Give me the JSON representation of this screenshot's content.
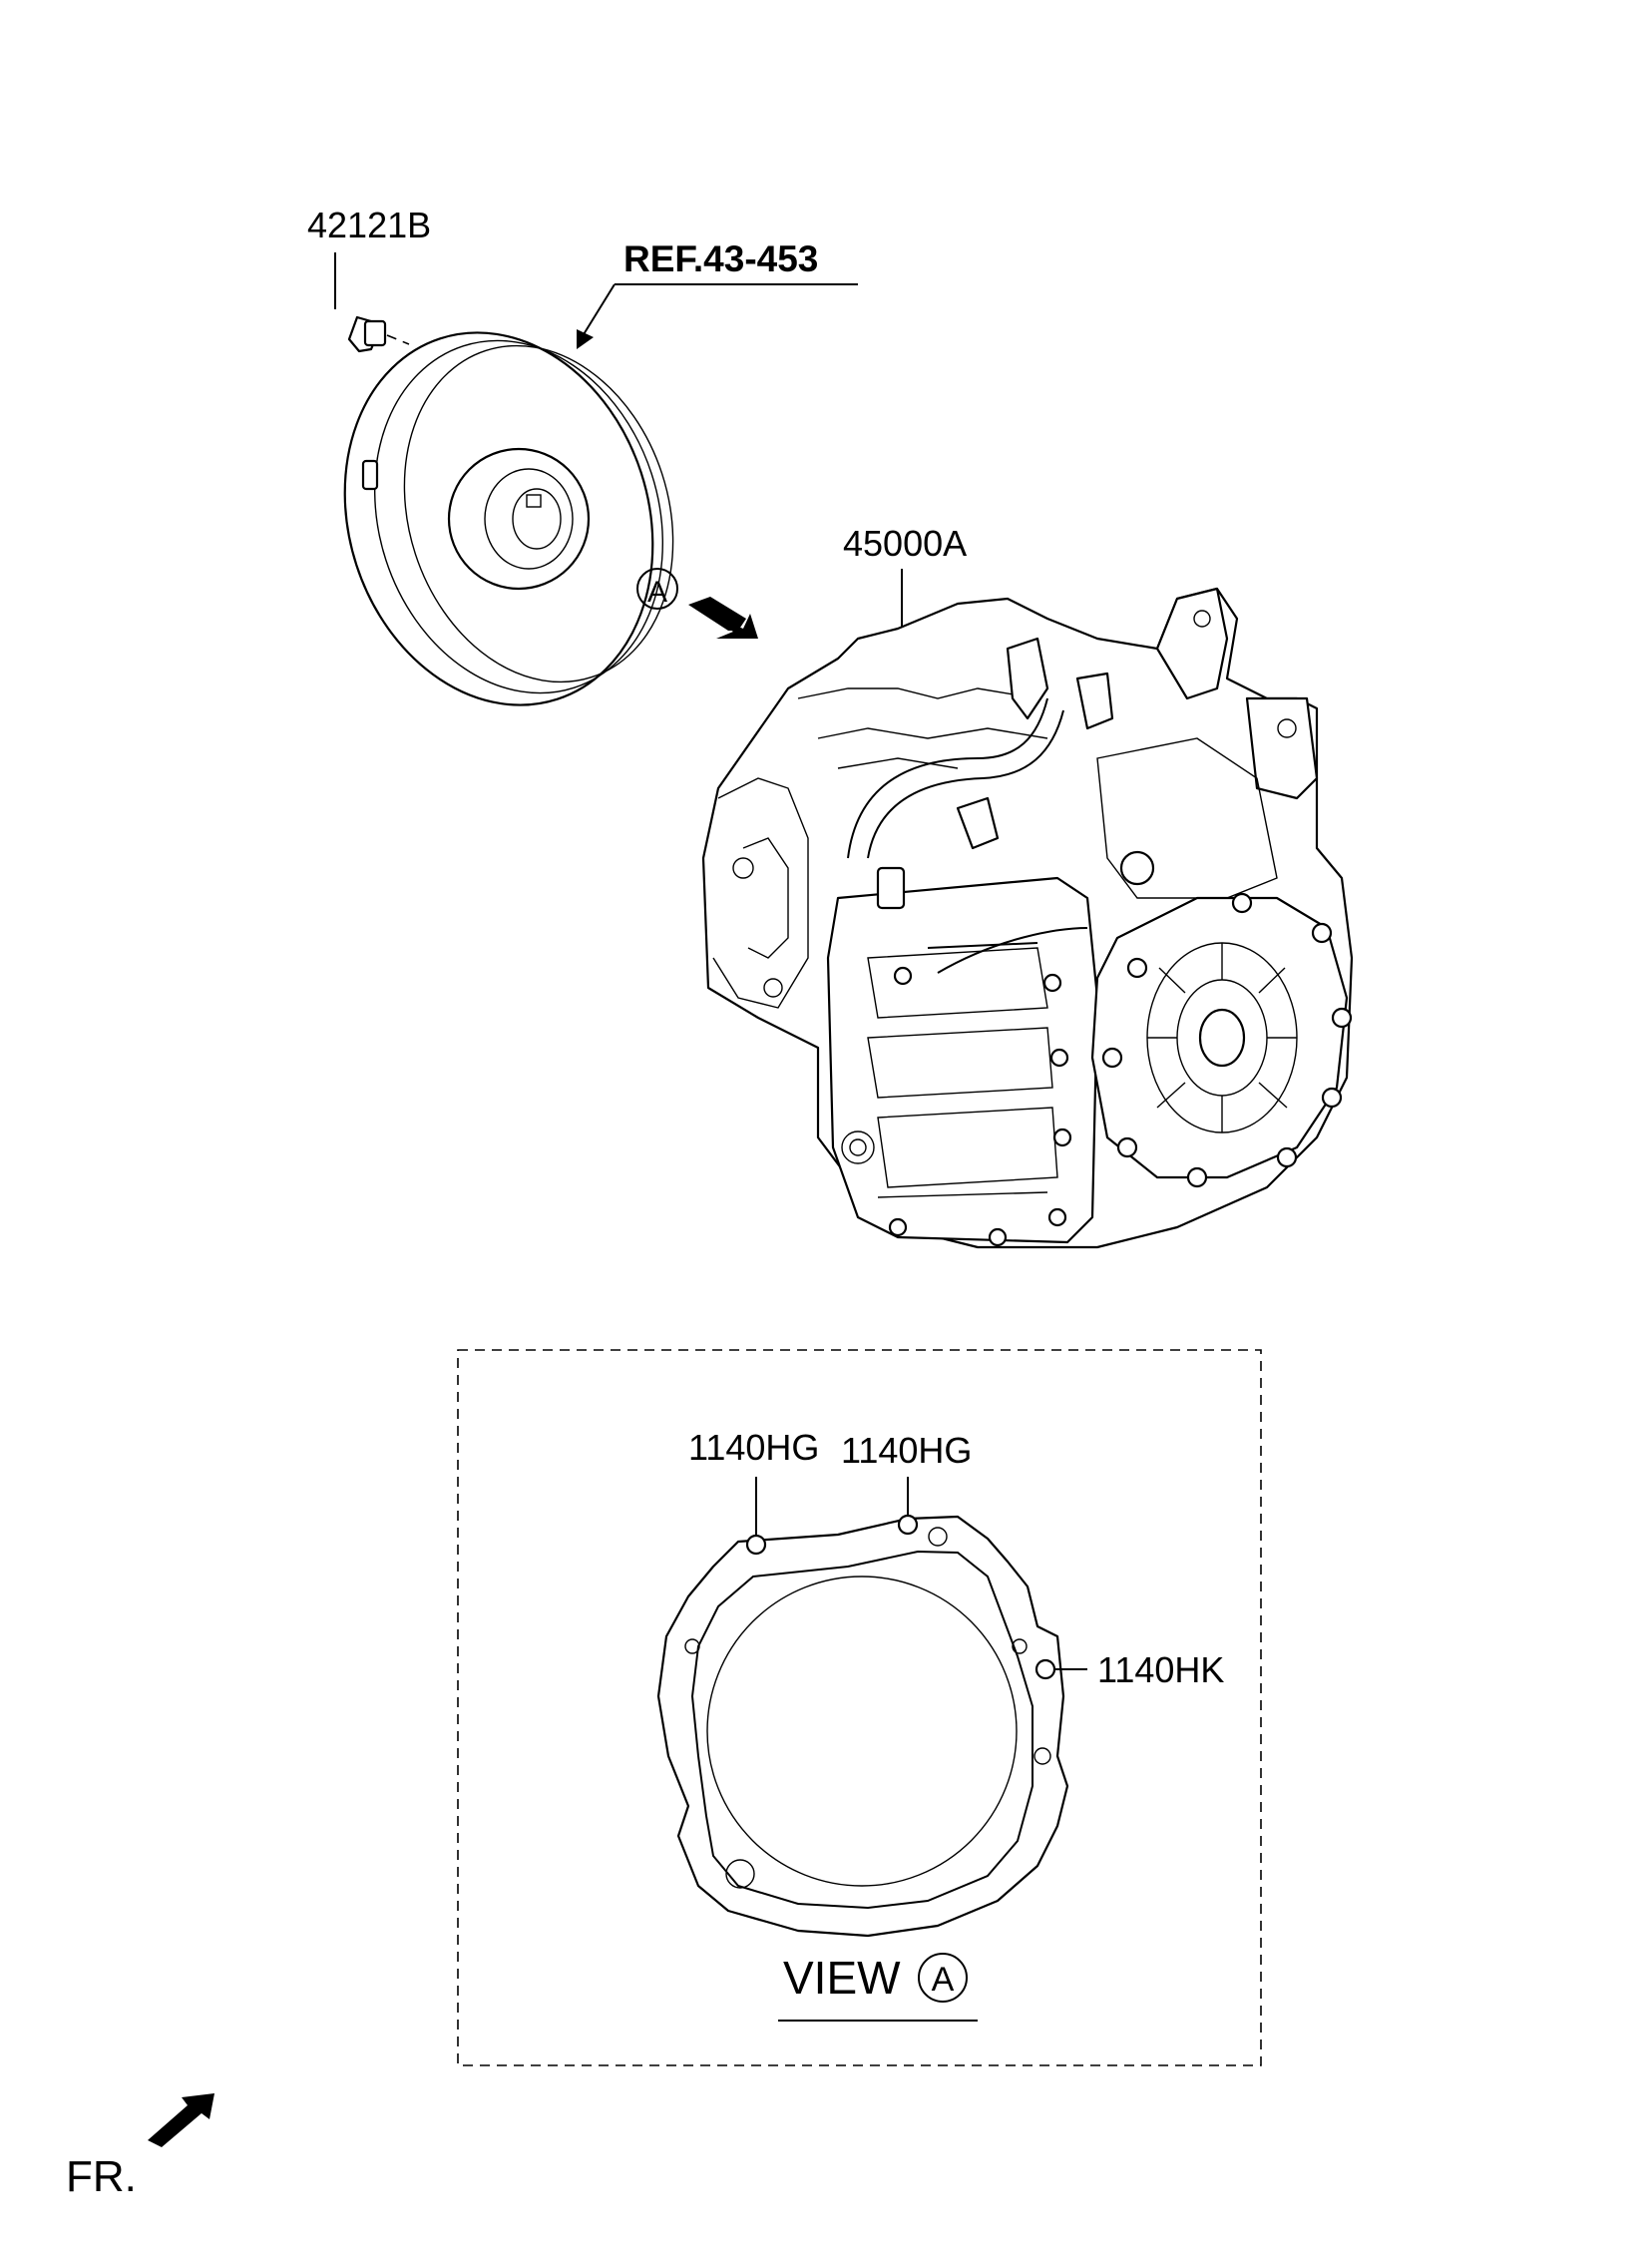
{
  "diagram": {
    "labels": {
      "bolt": "42121B",
      "reference": "REF.43-453",
      "transaxle": "45000A",
      "view_marker": "A",
      "dowel_1": "1140HG",
      "dowel_2": "1140HG",
      "dowel_3": "1140HK",
      "view_title": "VIEW",
      "view_circle": "A",
      "front": "FR."
    }
  }
}
